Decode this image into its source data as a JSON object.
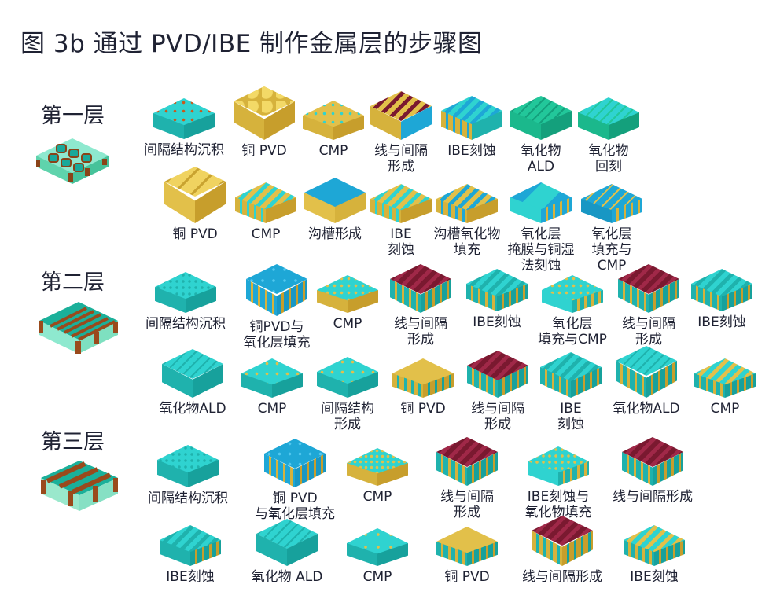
{
  "title": "图 3b 通过 PVD/IBE 制作金属层的步骤图",
  "colors": {
    "cyan": "#2fd3d0",
    "teal": "#1fb2ad",
    "copper_gold": "#e2c04a",
    "gold_dark": "#c79e2c",
    "blue": "#1ea7d6",
    "maroon": "#7a1930",
    "green_oxide": "#22c79a",
    "brown": "#9a4a1c",
    "mint": "#9fe8c8",
    "text": "#1f2233"
  },
  "layers": [
    {
      "label": "第一层",
      "rows": [
        [
          {
            "label": "间隔结构沉积",
            "kind": "spacer"
          },
          {
            "label": "铜 PVD",
            "kind": "cu-pvd-bumps"
          },
          {
            "label": "CMP",
            "kind": "cmp-gold"
          },
          {
            "label": "线与间隔\n形成",
            "kind": "line-maroon-gold"
          },
          {
            "label": "IBE刻蚀",
            "kind": "ibe-blue"
          },
          {
            "label": "氧化物\nALD",
            "kind": "oxide-ald-green"
          },
          {
            "label": "氧化物\n回刻",
            "kind": "oxide-etchback"
          }
        ],
        [
          {
            "label": "铜 PVD",
            "kind": "cu-pvd-tall"
          },
          {
            "label": "CMP",
            "kind": "cmp-gold-stripes"
          },
          {
            "label": "沟槽形成",
            "kind": "trench-blue"
          },
          {
            "label": "IBE\n刻蚀",
            "kind": "ibe-gold-stripes"
          },
          {
            "label": "沟槽氧化物\n填充",
            "kind": "trench-oxide-fill"
          },
          {
            "label": "氧化层\n掩膜与铜湿\n法刻蚀",
            "kind": "mask-wet-etch"
          },
          {
            "label": "氧化层\n填充与\nCMP",
            "kind": "oxide-fill-cmp"
          }
        ]
      ]
    },
    {
      "label": "第二层",
      "rows": [
        [
          {
            "label": "间隔结构沉积",
            "kind": "spacer-dense"
          },
          {
            "label": "铜PVD与\n氧化层填充",
            "kind": "cu-oxide-bumps"
          },
          {
            "label": "CMP",
            "kind": "cmp-mixed"
          },
          {
            "label": "线与间隔\n形成",
            "kind": "line-maroon"
          },
          {
            "label": "IBE刻蚀",
            "kind": "ibe-cyan-lines"
          },
          {
            "label": "氧化层\n填充与CMP",
            "kind": "oxide-fill-cmp-cyan"
          },
          {
            "label": "线与间隔\n形成",
            "kind": "line-maroon"
          },
          {
            "label": "IBE刻蚀",
            "kind": "ibe-cyan-lines"
          }
        ],
        [
          {
            "label": "氧化物ALD",
            "kind": "oxide-ald-cyan"
          },
          {
            "label": "CMP",
            "kind": "cmp-cyan"
          },
          {
            "label": "间隔结构\n形成",
            "kind": "spacer-cyan"
          },
          {
            "label": "铜 PVD",
            "kind": "cu-pvd-flat"
          },
          {
            "label": "线与间隔\n形成",
            "kind": "line-maroon-tall"
          },
          {
            "label": "IBE\n刻蚀",
            "kind": "ibe-cyan-tall"
          },
          {
            "label": "氧化物ALD",
            "kind": "oxide-ald-tall"
          },
          {
            "label": "CMP",
            "kind": "cmp-gold-cyan-stripes"
          }
        ]
      ]
    },
    {
      "label": "第三层",
      "rows": [
        [
          {
            "label": "间隔结构沉积",
            "kind": "spacer-dense"
          },
          {
            "label": "铜 PVD\n与氧化层填充",
            "kind": "cu-oxide-bumps"
          },
          {
            "label": "CMP",
            "kind": "cmp-mixed"
          },
          {
            "label": "线与间隔\n形成",
            "kind": "line-maroon"
          },
          {
            "label": "IBE刻蚀与\n氧化物填充",
            "kind": "oxide-fill-cmp-cyan"
          },
          {
            "label": "线与间隔形成",
            "kind": "line-maroon"
          }
        ],
        [
          {
            "label": "IBE刻蚀",
            "kind": "ibe-cyan-lines"
          },
          {
            "label": "氧化物 ALD",
            "kind": "oxide-ald-cyan"
          },
          {
            "label": "CMP",
            "kind": "cmp-cyan"
          },
          {
            "label": "铜 PVD",
            "kind": "cu-pvd-flat"
          },
          {
            "label": "线与间隔形成",
            "kind": "line-maroon-tall"
          },
          {
            "label": "IBE刻蚀",
            "kind": "cmp-gold-cyan-stripes"
          }
        ]
      ]
    }
  ]
}
